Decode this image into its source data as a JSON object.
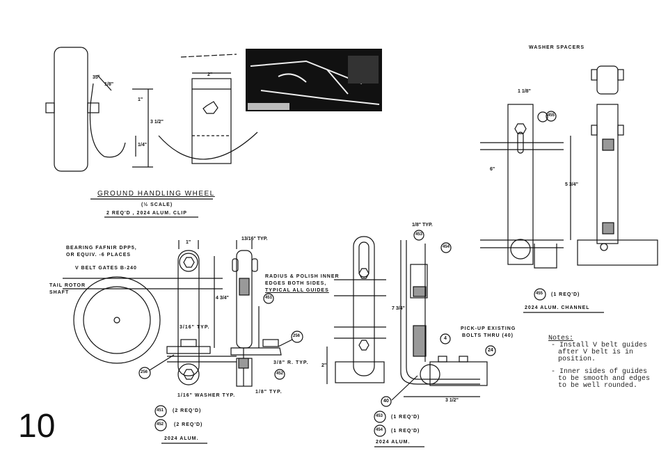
{
  "page_number": "10",
  "ground_wheel": {
    "title": "GROUND HANDLING WHEEL",
    "scale": "(½ SCALE)",
    "spec": "2 REQ'D , 2024 ALUM. CLIP",
    "dims": [
      "35°",
      "1/8\"",
      "2\"",
      "1\"",
      "3 1/2\"",
      "1/4\""
    ]
  },
  "washer_spacers": "WASHER SPACERS",
  "callouts": {
    "bearing_line1": "BEARING FAFNIR DPP5,",
    "bearing_line2": "OR EQUIV. -6 PLACES",
    "vbelt": "V BELT GATES B-240",
    "tail_rotor_line1": "TAIL ROTOR",
    "tail_rotor_line2": "SHAFT",
    "radius_line1": "RADIUS & POLISH INNER",
    "radius_line2": "EDGES BOTH SIDES,",
    "radius_line3": "TYPICAL ALL GUIDES",
    "pickup_line1": "PICK-UP EXISTING",
    "pickup_line2": "BOLTS THRU (40)",
    "washer_typ": "1/16\" WASHER TYP.",
    "radius_typ": "3/8\" R. TYP.",
    "eighth_typ": "1/8\" TYP.",
    "sixteenth_typ": "3/16\" TYP.",
    "one_inch": "1\"",
    "typ_13_16": "13/16\" TYP.",
    "typ_1_8_top": "1/8\" TYP.",
    "dim_4_3_4": "4 3/4\"",
    "dim_7_3_4": "7 3/4\"",
    "dim_3_1_2": "3 1/2\"",
    "dim_2": "2\"",
    "dim_6": "6\"",
    "dim_5_3_4": "5 3/4\"",
    "dim_1_1_8": "1 1/8\""
  },
  "parts_left": {
    "p451": "451",
    "p451_qty": "(2 REQ'D)",
    "p452": "452",
    "p452_qty": "(2 REQ'D)",
    "material": "2024 ALUM."
  },
  "parts_mid": {
    "p453": "453",
    "p453_qty": "(1 REQ'D)",
    "p454": "454",
    "p454_qty": "(1 REQ'D)",
    "material": "2024 ALUM."
  },
  "parts_right": {
    "p455": "455",
    "p455_qty": "(1 REQ'D)",
    "material": "2024 ALUM. CHANNEL"
  },
  "balloons": [
    "256",
    "256",
    "451",
    "452",
    "453",
    "454",
    "455",
    "4",
    "24",
    "40"
  ],
  "notes": {
    "heading": "Notes:",
    "items": [
      [
        "- Install V belt guides",
        "after V belt is in",
        "position."
      ],
      [
        "- Inner sides of guides",
        "to be smooth and edges",
        "to be well rounded."
      ]
    ]
  }
}
